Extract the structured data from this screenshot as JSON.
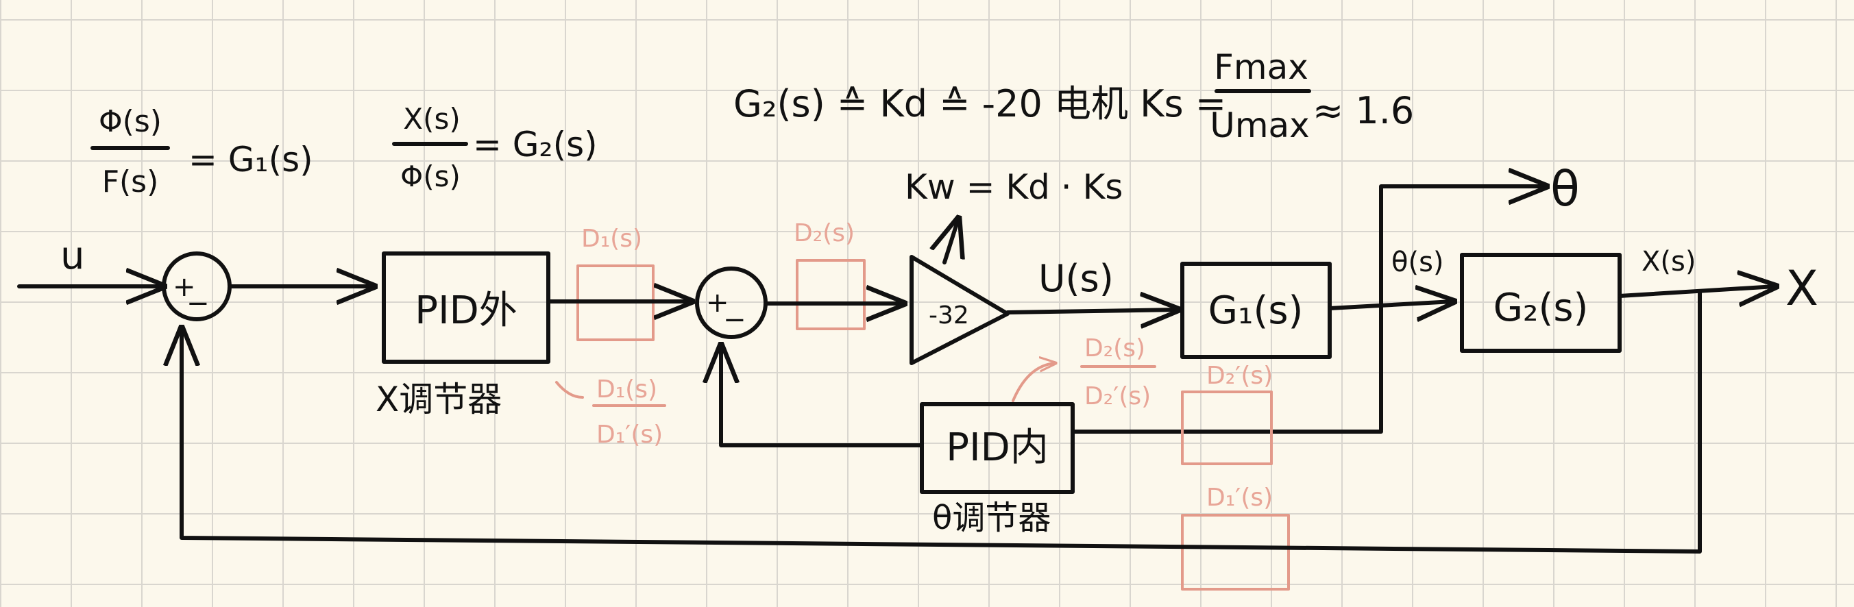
{
  "equations": {
    "eq1_num": "Φ(s)",
    "eq1_den": "F(s)",
    "eq1_rhs": "= G₁(s)",
    "eq2_num": "X(s)",
    "eq2_den": "Φ(s)",
    "eq2_rhs": "= G₂(s)",
    "eq3": "G₂(s) ≙ Kd ≙ -20  电机  Ks =",
    "eq3_num": "Fmax",
    "eq3_den": "Umax",
    "eq3_rhs": "≈ 1.6",
    "kw": "Kw = Kd · Ks"
  },
  "signals": {
    "u": "u",
    "U_s": "U(s)",
    "theta_s": "θ(s)",
    "X_s": "X(s)",
    "theta_out": "θ",
    "x_out": "X"
  },
  "summing": {
    "plus": "+",
    "minus": "−"
  },
  "blocks": {
    "pid_outer": "PID外",
    "pid_outer_caption": "X调节器",
    "gain": "-32",
    "g1": "G₁(s)",
    "g2": "G₂(s)",
    "pid_inner": "PID内",
    "pid_inner_caption": "θ调节器"
  },
  "annotations": {
    "d1_label": "D₁(s)",
    "d2_label": "D₂(s)",
    "d1_ratio_num": "D₁(s)",
    "d1_ratio_den": "D₁′(s)",
    "d2_ratio_num": "D₂(s)",
    "d2_ratio_den": "D₂′(s)",
    "d2_prime": "D₂′(s)",
    "d1_prime": "D₁′(s)"
  },
  "colors": {
    "ink": "#111111",
    "annotation": "#e39a8a",
    "background": "#fcf8ec",
    "grid": "#d9d6cf"
  }
}
